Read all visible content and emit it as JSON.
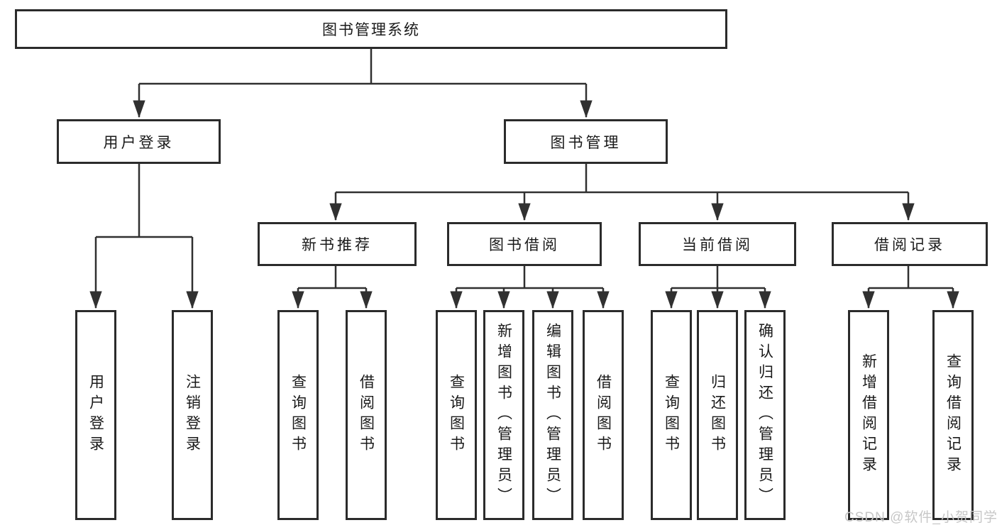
{
  "tree": {
    "root_label": "图书管理系统",
    "login_branch": {
      "label": "用户登录",
      "children": [
        {
          "label": "用户登录"
        },
        {
          "label": "注销登录"
        }
      ]
    },
    "mgmt_branch": {
      "label": "图书管理",
      "sections": [
        {
          "label": "新书推荐",
          "children": [
            {
              "label": "查询图书"
            },
            {
              "label": "借阅图书"
            }
          ]
        },
        {
          "label": "图书借阅",
          "children": [
            {
              "label": "查询图书"
            },
            {
              "label": "新增图书（管理员）"
            },
            {
              "label": "编辑图书（管理员）"
            },
            {
              "label": "借阅图书"
            }
          ]
        },
        {
          "label": "当前借阅",
          "children": [
            {
              "label": "查询图书"
            },
            {
              "label": "归还图书"
            },
            {
              "label": "确认归还（管理员）"
            }
          ]
        },
        {
          "label": "借阅记录",
          "children": [
            {
              "label": "新增借阅记录"
            },
            {
              "label": "查询借阅记录"
            }
          ]
        }
      ]
    }
  },
  "watermark": {
    "text": "CSDN @软件_小贺同学"
  },
  "colors": {
    "line": "#303030",
    "border": "#2b2b2b",
    "text": "#1a1a1a",
    "watermark": "#c7c7c7",
    "background": "#ffffff"
  }
}
